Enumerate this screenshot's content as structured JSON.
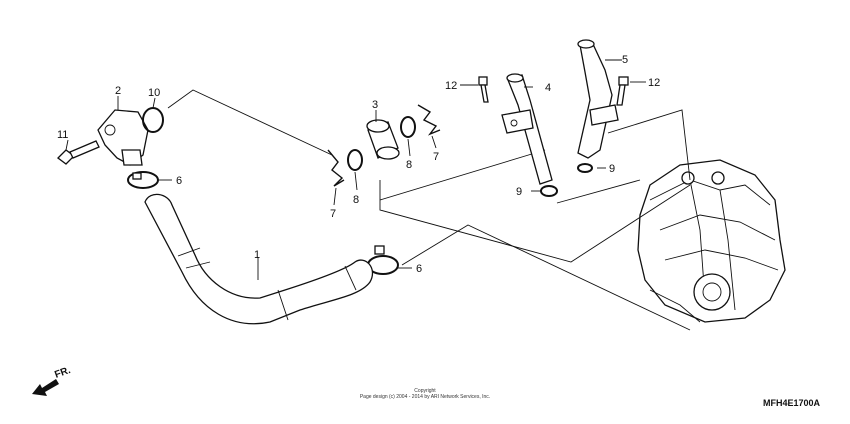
{
  "callouts": {
    "p1": "1",
    "p2": "2",
    "p3": "3",
    "p4": "4",
    "p5": "5",
    "p6a": "6",
    "p6b": "6",
    "p7a": "7",
    "p7b": "7",
    "p8a": "8",
    "p8b": "8",
    "p9a": "9",
    "p9b": "9",
    "p10": "10",
    "p11": "11",
    "p12a": "12",
    "p12b": "12"
  },
  "front_marker": "FR.",
  "copyright": {
    "line1": "Copyright",
    "line2": "Page design (c) 2004 - 2014 by ARI Network Services, Inc."
  },
  "diagram_code": "MFH4E1700A"
}
